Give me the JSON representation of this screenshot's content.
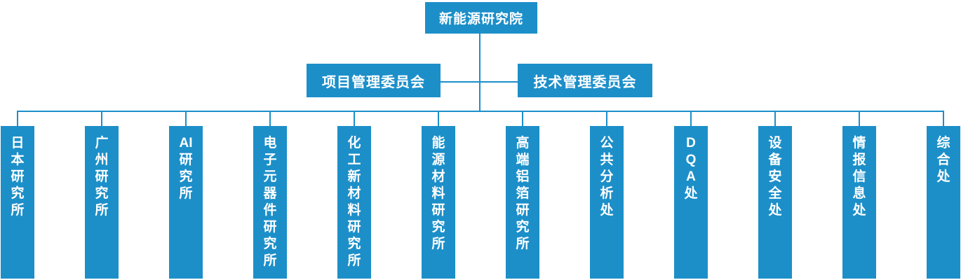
{
  "org_chart": {
    "type": "org-tree",
    "root": {
      "label": "新能源研究院"
    },
    "committees": [
      {
        "label": "项目管理委员会"
      },
      {
        "label": "技术管理委员会"
      }
    ],
    "departments": [
      {
        "label": "日本研究所",
        "lines": [
          "日",
          "本",
          "研",
          "究",
          "所"
        ]
      },
      {
        "label": "广州研究所",
        "lines": [
          "广",
          "州",
          "研",
          "究",
          "所"
        ]
      },
      {
        "label": "AI研究所",
        "lines": [
          "AI",
          "研",
          "究",
          "所"
        ]
      },
      {
        "label": "电子元器件研究所",
        "lines": [
          "电",
          "子",
          "元",
          "器",
          "件",
          "研",
          "究",
          "所"
        ]
      },
      {
        "label": "化工新材料研究所",
        "lines": [
          "化",
          "工",
          "新",
          "材",
          "料",
          "研",
          "究",
          "所"
        ]
      },
      {
        "label": "能源材料研究所",
        "lines": [
          "能",
          "源",
          "材",
          "料",
          "研",
          "究",
          "所"
        ]
      },
      {
        "label": "高端铝箔研究所",
        "lines": [
          "高",
          "端",
          "铝",
          "箔",
          "研",
          "究",
          "所"
        ]
      },
      {
        "label": "公共分析处",
        "lines": [
          "公",
          "共",
          "分",
          "析",
          "处"
        ]
      },
      {
        "label": "DQA处",
        "lines": [
          "D",
          "Q",
          "A",
          "处"
        ]
      },
      {
        "label": "设备安全处",
        "lines": [
          "设",
          "备",
          "安",
          "全",
          "处"
        ]
      },
      {
        "label": "情报信息处",
        "lines": [
          "情",
          "报",
          "信",
          "息",
          "处"
        ]
      },
      {
        "label": "综合处",
        "lines": [
          "综",
          "合",
          "处"
        ]
      }
    ],
    "colors": {
      "node_fill": "#1C8FC9",
      "node_text": "#FFFFFF",
      "connector": "#1C8FC9",
      "background": "#FFFFFF"
    }
  }
}
